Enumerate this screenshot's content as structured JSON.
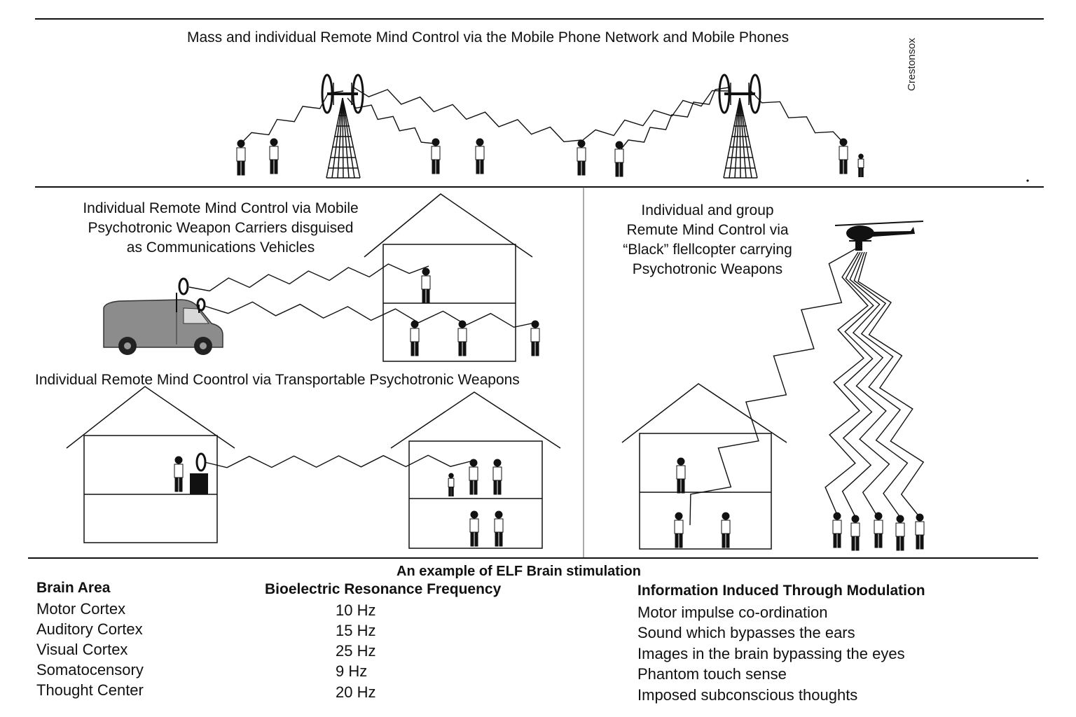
{
  "panels": {
    "top": {
      "caption": "Mass and individual Remote Mind Control via the Mobile Phone Network and Mobile Phones"
    },
    "van": {
      "caption": [
        "Individual Remote Mind Control via Mobile",
        "Psychotronic Weapon Carriers disguised",
        "as Communications Vehicles"
      ]
    },
    "helicopter": {
      "caption": [
        "Individual and group",
        "Remute Mind Control via",
        "“Black” flellcopter carrying",
        "Psychotronic Weapons"
      ]
    },
    "transportable": {
      "caption": "Individual Remote Mind Coontrol via Transportable Psychotronic Weapons"
    }
  },
  "watermark": "Crestonsox",
  "table": {
    "title": "An example of ELF Brain stimulation",
    "headers": [
      "Brain Area",
      "Bioelectric Resonance Frequency",
      "Information Induced Through Modulation"
    ],
    "rows": [
      [
        "Motor Cortex",
        "10 Hz",
        "Motor impulse co-ordination"
      ],
      [
        "Auditory Cortex",
        "15 Hz",
        "Sound which bypasses the ears"
      ],
      [
        "Visual Cortex",
        "25 Hz",
        "Images in the brain bypassing the eyes"
      ],
      [
        "Somatocensory",
        "9 Hz",
        "Phantom touch sense"
      ],
      [
        "Thought Center",
        "20 Hz",
        "Imposed subconscious thoughts"
      ]
    ]
  },
  "colors": {
    "ink": "#111111",
    "vehicle": "#8c8c8c"
  }
}
